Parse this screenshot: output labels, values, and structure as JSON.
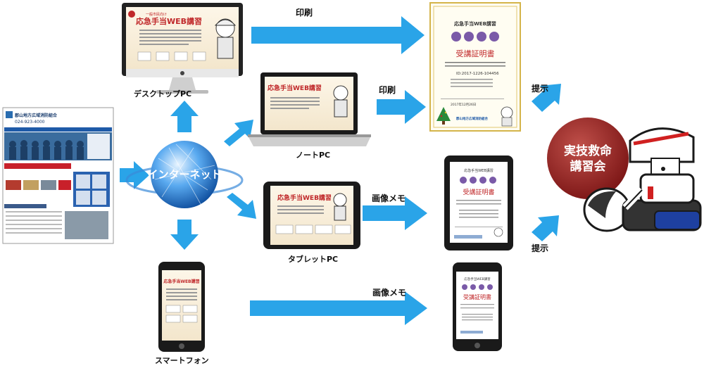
{
  "labels": {
    "desktop": "デスクトップPC",
    "notebook": "ノートPC",
    "tablet": "タブレットPC",
    "smartphone": "スマートフォン",
    "internet": "インターネット"
  },
  "arrows": {
    "print_top": "印刷",
    "print_mid": "印刷",
    "memo_tablet": "画像メモ",
    "memo_phone": "画像メモ",
    "present_top": "提示",
    "present_bottom": "提示"
  },
  "screen": {
    "tag": "一般市民向け",
    "title": "応急手当WEB講習"
  },
  "certificate": {
    "header": "応急手当WEB講習",
    "title": "受講証明書",
    "id": "ID:2017-1226-104456",
    "issuer": "郡山地方広域消防組合",
    "date": "2017年12月26日"
  },
  "website": {
    "name": "郡山地方広域消防組合",
    "phone": "024-923-4000"
  },
  "goal": {
    "line1": "実技救命",
    "line2": "講習会"
  },
  "colors": {
    "arrow": "#2aa4e8",
    "goal": "#8b1a1a",
    "globe": "#2e86d8",
    "device": "#1a1a1a"
  }
}
